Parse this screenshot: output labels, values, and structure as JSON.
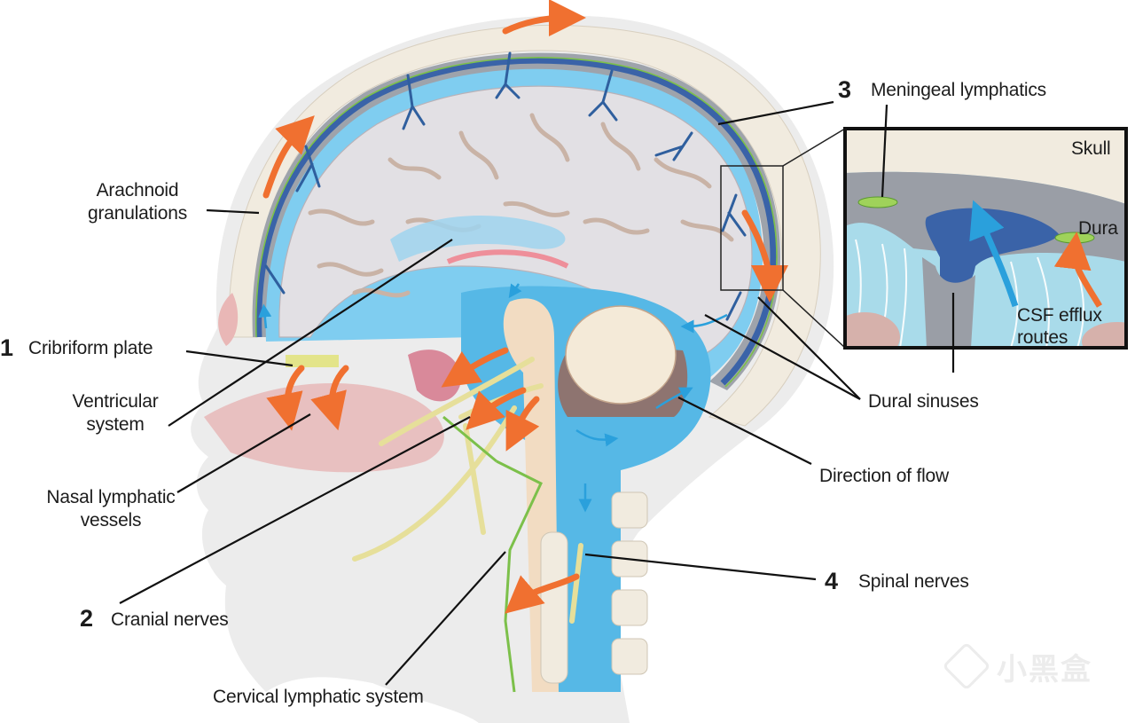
{
  "figure": {
    "subject": "CSF efflux routes from the human brain (sagittal head section)",
    "colors": {
      "csf_blue": "#56b8e6",
      "vein_blue": "#2f5f9e",
      "sinus_blue": "#3a63a8",
      "lymphatic_green": "#7cc04a",
      "flow_arrow_orange": "#f07030",
      "csf_arrow_blue": "#2aa0dc",
      "brain_gray": "#e2e0e4",
      "sulci_tan": "#c9b3a6",
      "skull_bone": "#f1ebdf",
      "dura_gray": "#9a9ea6",
      "skin": "#ececec",
      "nasal_pink": "#e8b9b9",
      "nerve_yellow": "#e6df9a",
      "cerebellum_brown": "#8e7470"
    }
  },
  "labels": {
    "arachnoid": {
      "line1": "Arachnoid",
      "line2": "granulations"
    },
    "cribriform": {
      "number": "1",
      "text": "Cribriform plate"
    },
    "ventricular": {
      "line1": "Ventricular",
      "line2": "system"
    },
    "nasal": {
      "line1": "Nasal lymphatic",
      "line2": "vessels"
    },
    "cranial": {
      "number": "2",
      "text": "Cranial nerves"
    },
    "cervical": {
      "text": "Cervical lymphatic system"
    },
    "meningeal": {
      "number": "3",
      "text": "Meningeal lymphatics"
    },
    "dural_sinuses": {
      "text": "Dural sinuses"
    },
    "direction": {
      "text": "Direction of flow"
    },
    "spinal": {
      "number": "4",
      "text": "Spinal nerves"
    }
  },
  "inset": {
    "skull": "Skull",
    "dura": "Dura",
    "csf_line1": "CSF efflux",
    "csf_line2": "routes"
  },
  "watermark": {
    "text": "小黑盒"
  }
}
